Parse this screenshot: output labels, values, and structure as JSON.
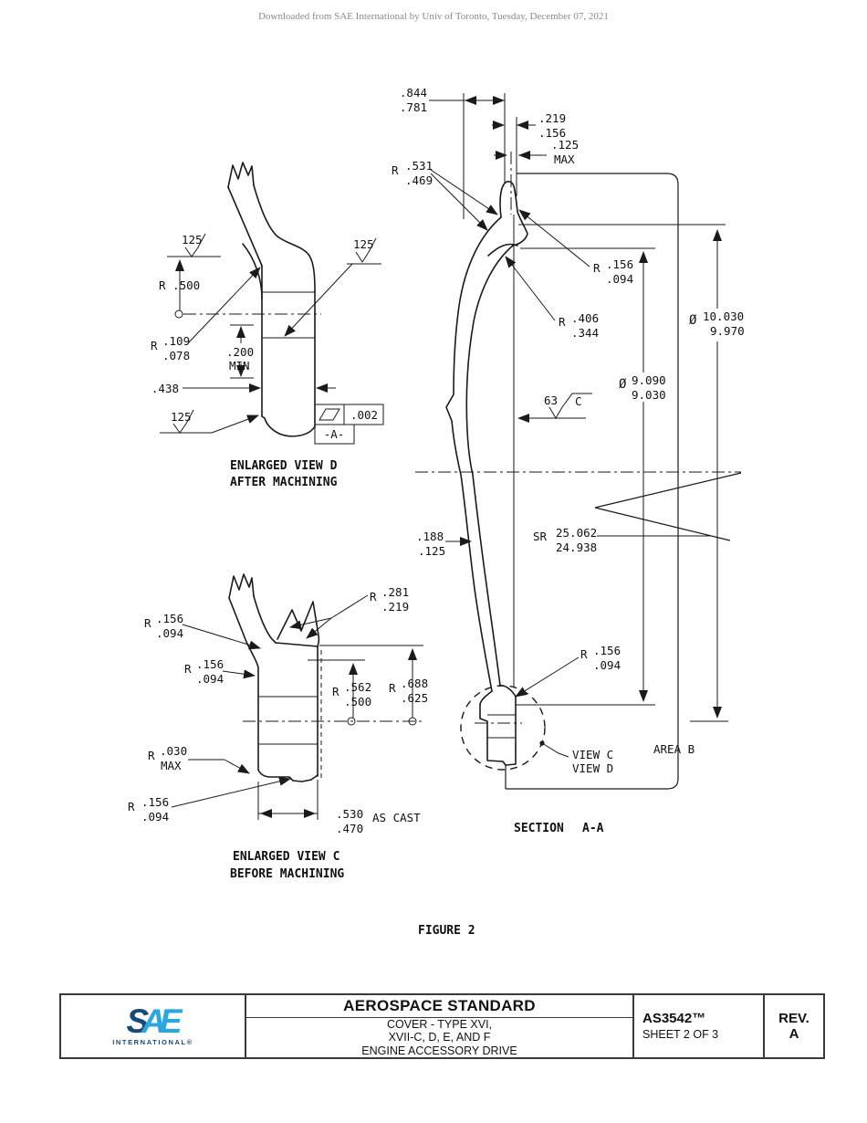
{
  "header": {
    "text": "Downloaded from SAE International by Univ of Toronto, Tuesday, December 07, 2021"
  },
  "figure": {
    "label": "FIGURE 2"
  },
  "section": {
    "title_section": "SECTION",
    "title_aa": "A-A",
    "dim_flange_w_top": ".844",
    "dim_flange_w_bot": ".781",
    "dim_lip_w_top": ".219",
    "dim_lip_w_bot": ".156",
    "dim_lip_off_top": ".125",
    "dim_lip_off_bot": "MAX",
    "r_lip_r": "R",
    "r_lip_top": ".531",
    "r_lip_bot": ".469",
    "r_rim_r": "R",
    "r_rim_top": ".156",
    "r_rim_bot": ".094",
    "r_under_r": "R",
    "r_under_top": ".406",
    "r_under_bot": ".344",
    "dia_outer_sym": "Ø",
    "dia_outer_top": "10.030",
    "dia_outer_bot": "9.970",
    "dia_inner_sym": "Ø",
    "dia_inner_top": "9.090",
    "dia_inner_bot": "9.030",
    "finish_value": "63",
    "finish_datum": "C",
    "sr_prefix": "SR",
    "sr_top": "25.062",
    "sr_bot": "24.938",
    "wall_top": ".188",
    "wall_bot": ".125",
    "r_bot_r": "R",
    "r_bot_top": ".156",
    "r_bot_bot": ".094",
    "view_c": "VIEW C",
    "view_d": "VIEW D",
    "area_b": "AREA B"
  },
  "view_d": {
    "finish_1": "125",
    "finish_2": "125",
    "finish_3": "125",
    "r500": "R .500",
    "r109_r": "R",
    "r109_top": ".109",
    "r109_bot": ".078",
    "depth_top": ".200",
    "depth_bot": "MIN",
    "width": ".438",
    "flat_tol": ".002",
    "datum": "-A-",
    "title": "ENLARGED VIEW D",
    "subtitle": "AFTER MACHINING"
  },
  "view_c": {
    "r281_r": "R",
    "r281_top": ".281",
    "r281_bot": ".219",
    "r156a_r": "R",
    "r156a_top": ".156",
    "r156a_bot": ".094",
    "r156b_r": "R",
    "r156b_top": ".156",
    "r156b_bot": ".094",
    "r562_r": "R",
    "r562_top": ".562",
    "r562_bot": ".500",
    "r688_r": "R",
    "r688_top": ".688",
    "r688_bot": ".625",
    "r030_r": "R",
    "r030_top": ".030",
    "r030_bot": "MAX",
    "r156c_r": "R",
    "r156c_top": ".156",
    "r156c_bot": ".094",
    "cast_w_top": ".530",
    "cast_w_bot": ".470",
    "cast_note": "AS CAST",
    "title": "ENLARGED VIEW C",
    "subtitle": "BEFORE MACHINING"
  },
  "titleblock": {
    "logo_s": "S",
    "logo_a": "A",
    "logo_e": "E",
    "logo_sub": "INTERNATIONAL®",
    "standard_type": "AEROSPACE STANDARD",
    "title_line1": "COVER - TYPE XVI,",
    "title_line2": "XVII-C, D, E, AND F",
    "title_line3": "ENGINE ACCESSORY DRIVE",
    "doc_number": "AS3542™",
    "sheet": "SHEET 2 OF 3",
    "rev_label": "REV.",
    "rev": "A"
  },
  "colors": {
    "line": "#1a1a1a",
    "sae_dark_blue": "#17497b",
    "sae_light_blue": "#2ba7e0"
  }
}
